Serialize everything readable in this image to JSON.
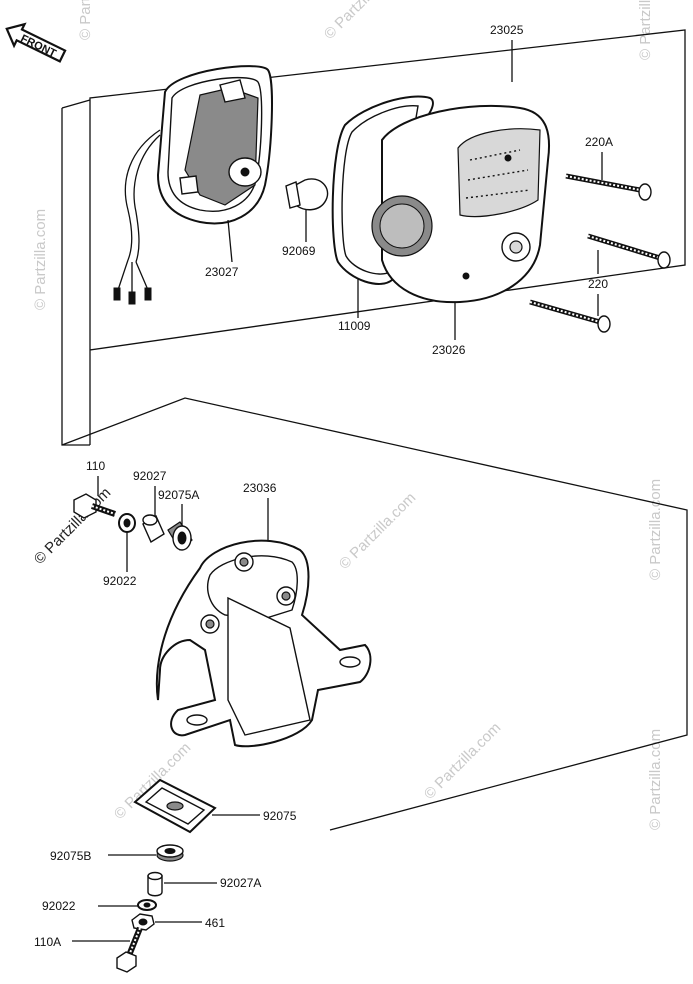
{
  "direction_arrow": "FRONT",
  "watermarks": [
    "© Partzilla.com",
    "© Partzilla.com",
    "© Partzilla.com",
    "© Partzilla.com",
    "© Partzilla.com",
    "© Partzilla.com",
    "© Partzilla.com",
    "© Partzilla.com",
    "© Partzilla.com"
  ],
  "watermark_copyright": "©",
  "labels": {
    "assembly": "23025",
    "cap": "23027",
    "bulb": "92069",
    "gasket": "11009",
    "lens": "23026",
    "screw_a": "220A",
    "screw": "220",
    "bolt_top": "110",
    "collar_top": "92027",
    "bushing_top": "92075A",
    "bracket": "23036",
    "washer_top": "92022",
    "damper_plate": "92075",
    "bushing_b": "92075B",
    "collar_a": "92027A",
    "washer_bottom": "92022",
    "nut": "461",
    "bolt_a": "110A"
  }
}
